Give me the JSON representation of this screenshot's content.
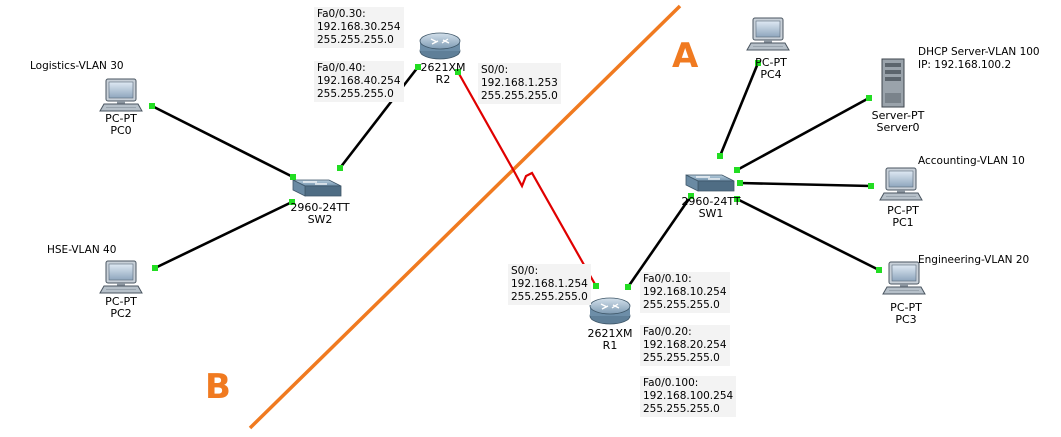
{
  "colors": {
    "cable": "#000000",
    "serial": "#e00000",
    "divider": "#f07a20",
    "port_up": "#22dd22",
    "letters": "#f07a20"
  },
  "zones": {
    "a": "A",
    "b": "B"
  },
  "vlan_labels": {
    "logistics": "Logistics-VLAN 30",
    "hse": "HSE-VLAN 40",
    "accounting": "Accounting-VLAN 10",
    "engineering": "Engineering-VLAN 20",
    "dhcp_title": "DHCP Server-VLAN 100",
    "dhcp_ip": "IP: 192.168.100.2"
  },
  "devices": {
    "pc0": {
      "model": "PC-PT",
      "name": "PC0",
      "icon": "desktop-pc-icon"
    },
    "pc2": {
      "model": "PC-PT",
      "name": "PC2",
      "icon": "desktop-pc-icon"
    },
    "sw2": {
      "model": "2960-24TT",
      "name": "SW2",
      "icon": "switch-icon"
    },
    "r2": {
      "model": "2621XM",
      "name": "R2",
      "icon": "router-icon"
    },
    "r1": {
      "model": "2621XM",
      "name": "R1",
      "icon": "router-icon"
    },
    "sw1": {
      "model": "2960-24TT",
      "name": "SW1",
      "icon": "switch-icon"
    },
    "pc4": {
      "model": "PC-PT",
      "name": "PC4",
      "icon": "desktop-pc-icon"
    },
    "server0": {
      "model": "Server-PT",
      "name": "Server0",
      "icon": "server-icon"
    },
    "pc1": {
      "model": "PC-PT",
      "name": "PC1",
      "icon": "desktop-pc-icon"
    },
    "pc3": {
      "model": "PC-PT",
      "name": "PC3",
      "icon": "desktop-pc-icon"
    }
  },
  "interfaces": {
    "r2_fa030": [
      "Fa0/0.30:",
      "192.168.30.254",
      "255.255.255.0"
    ],
    "r2_fa040": [
      "Fa0/0.40:",
      "192.168.40.254",
      "255.255.255.0"
    ],
    "r2_s00": [
      "S0/0:",
      "192.168.1.253",
      "255.255.255.0"
    ],
    "r1_s00": [
      "S0/0:",
      "192.168.1.254",
      "255.255.255.0"
    ],
    "r1_fa010": [
      "Fa0/0.10:",
      "192.168.10.254",
      "255.255.255.0"
    ],
    "r1_fa020": [
      "Fa0/0.20:",
      "192.168.20.254",
      "255.255.255.0"
    ],
    "r1_fa0100": [
      "Fa0/0.100:",
      "192.168.100.254",
      "255.255.255.0"
    ]
  }
}
